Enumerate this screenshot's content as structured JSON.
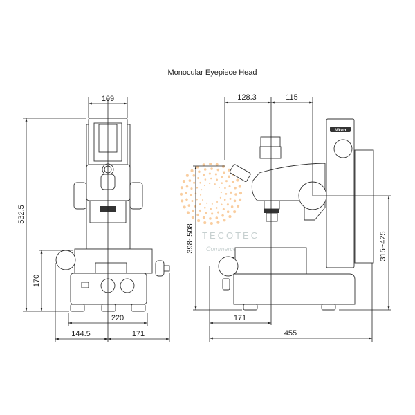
{
  "title": "Monocular Eyepiece Head",
  "front_view": {
    "dim_top_width": "109",
    "dim_total_height": "532.5",
    "dim_stage_height": "170",
    "dim_base_width": "220",
    "dim_left_offset": "144.5",
    "dim_right_offset": "171"
  },
  "side_view": {
    "dim_eyepiece_offset": "128.3",
    "dim_column_offset": "115",
    "dim_eyepiece_height": "398~508",
    "dim_focus_height": "315~425",
    "dim_axis_offset": "171",
    "dim_total_depth": "455",
    "brand_logo": "Nikon"
  },
  "watermark": {
    "name": "TECOTEC",
    "sub": "Commerce",
    "color": "#f5a552"
  }
}
